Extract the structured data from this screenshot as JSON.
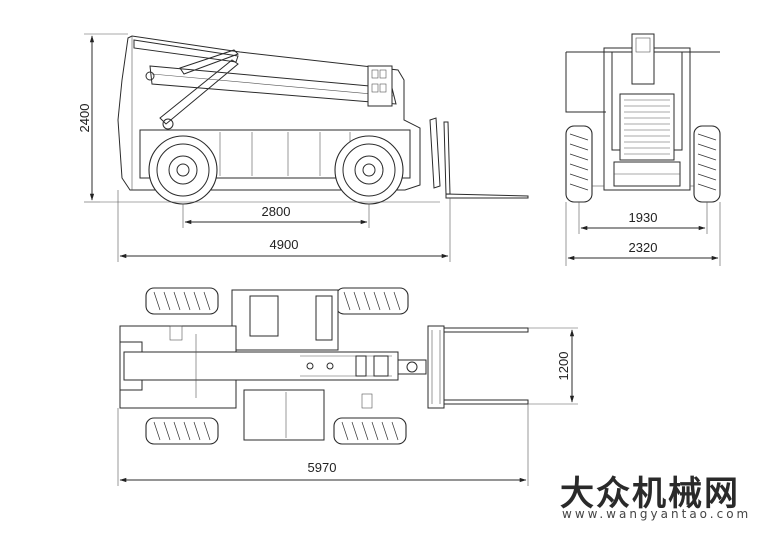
{
  "dimensions": {
    "height_side": "2400",
    "wheelbase": "2800",
    "length_side": "4900",
    "track_front": "1930",
    "width_front": "2320",
    "fork_width": "1200",
    "length_top": "5970"
  },
  "watermark": {
    "brand": "大众机械网",
    "url": "www.wangyantao.com"
  }
}
